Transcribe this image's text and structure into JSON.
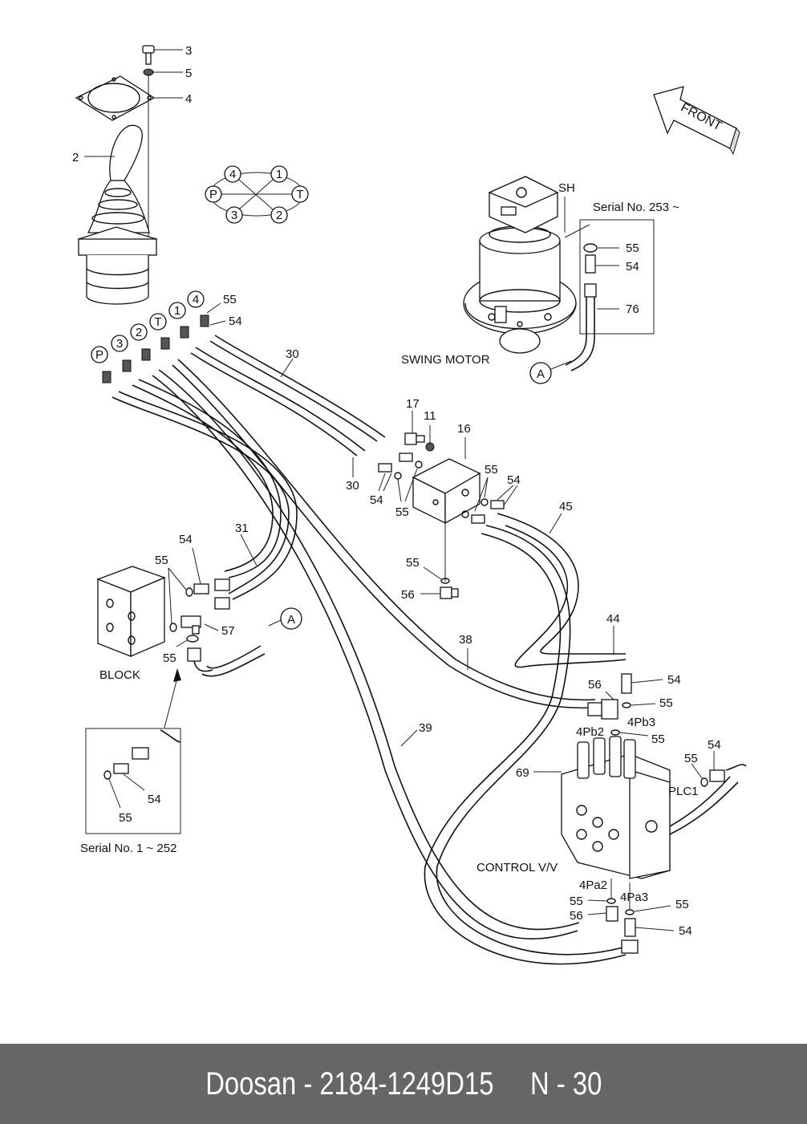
{
  "footer": {
    "brand": "Doosan",
    "part_number": "2184-1249D15",
    "page": "N - 30",
    "full_text": "Doosan - 2184-1249D15     N - 30"
  },
  "orientation": {
    "label": "FRONT"
  },
  "components": {
    "swing_motor": "SWING MOTOR",
    "control_valve": "CONTROL V/V",
    "block": "BLOCK"
  },
  "serial_notes": {
    "upper": "Serial No. 253 ~",
    "lower": "Serial No. 1 ~ 252"
  },
  "port_diagram": {
    "ports": [
      "4",
      "1",
      "P",
      "T",
      "3",
      "2"
    ]
  },
  "joystick_ports": [
    "P",
    "3",
    "2",
    "T",
    "1",
    "4"
  ],
  "connector_ref": "A",
  "port_labels": {
    "sh": "SH",
    "pb2": "4Pb2",
    "pb3": "4Pb3",
    "pa2": "4Pa2",
    "pa3": "4Pa3",
    "plc1": "PLC1"
  },
  "callouts": {
    "c3": "3",
    "c5": "5",
    "c4": "4",
    "c2": "2",
    "c55_top": "55",
    "c54_top": "54",
    "c30_a": "30",
    "c30_b": "30",
    "c17": "17",
    "c11": "11",
    "c16": "16",
    "c54_left": "54",
    "c55_left": "55",
    "c55_right": "55",
    "c54_right": "54",
    "c45": "45",
    "c55_mid": "55",
    "c56_mid": "56",
    "c31": "31",
    "c54_block": "54",
    "c55_block": "55",
    "c57": "57",
    "c55_block_b": "55",
    "c55_sh": "55",
    "c54_sh": "54",
    "c76": "76",
    "c44": "44",
    "c38": "38",
    "c39": "39",
    "c56_pb": "56",
    "c54_pb": "54",
    "c55_pb": "55",
    "c55_pb2": "55",
    "c69": "69",
    "c55_plc": "55",
    "c54_plc": "54",
    "c55_pa2": "55",
    "c56_pa2": "56",
    "c55_pa3": "55",
    "c54_pa3": "54",
    "c54_inset": "54",
    "c55_inset": "55"
  }
}
